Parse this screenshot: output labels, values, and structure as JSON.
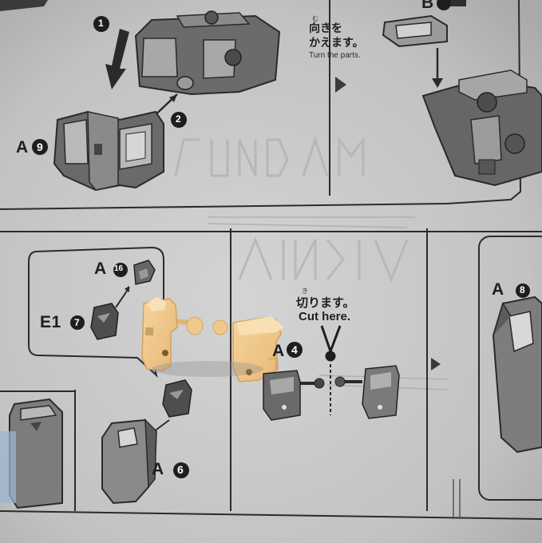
{
  "photo": {
    "subject": "Gundam model kit instruction sheet with two yellow plastic parts",
    "colors": {
      "paper": "#c4c4c4",
      "paper_light": "#d3d3d3",
      "line": "#2a2a2a",
      "part_dark": "#5b5b5b",
      "part_mid": "#8d8d8d",
      "part_light": "#b8b8b8",
      "yellow_part": "#f2c98c",
      "yellow_shadow": "#d9a862"
    }
  },
  "steps": {
    "step1_num": "1",
    "step2_num": "2",
    "a9_label": "A",
    "a9_num": "9",
    "b_label": "B",
    "turn_ruby": "む",
    "turn_jp_1": "向きを",
    "turn_jp_2": "かえます。",
    "turn_en": "Turn the parts.",
    "a16_label": "A",
    "a16_num": "16",
    "e17_label": "E1",
    "e17_num": "7",
    "a4_label": "A",
    "a4_num": "4",
    "cut_ruby": "き",
    "cut_jp": "切ります。",
    "cut_en": "Cut here.",
    "a6_label": "A",
    "a6_num": "6",
    "a8_label": "A",
    "a8_num": "8"
  }
}
